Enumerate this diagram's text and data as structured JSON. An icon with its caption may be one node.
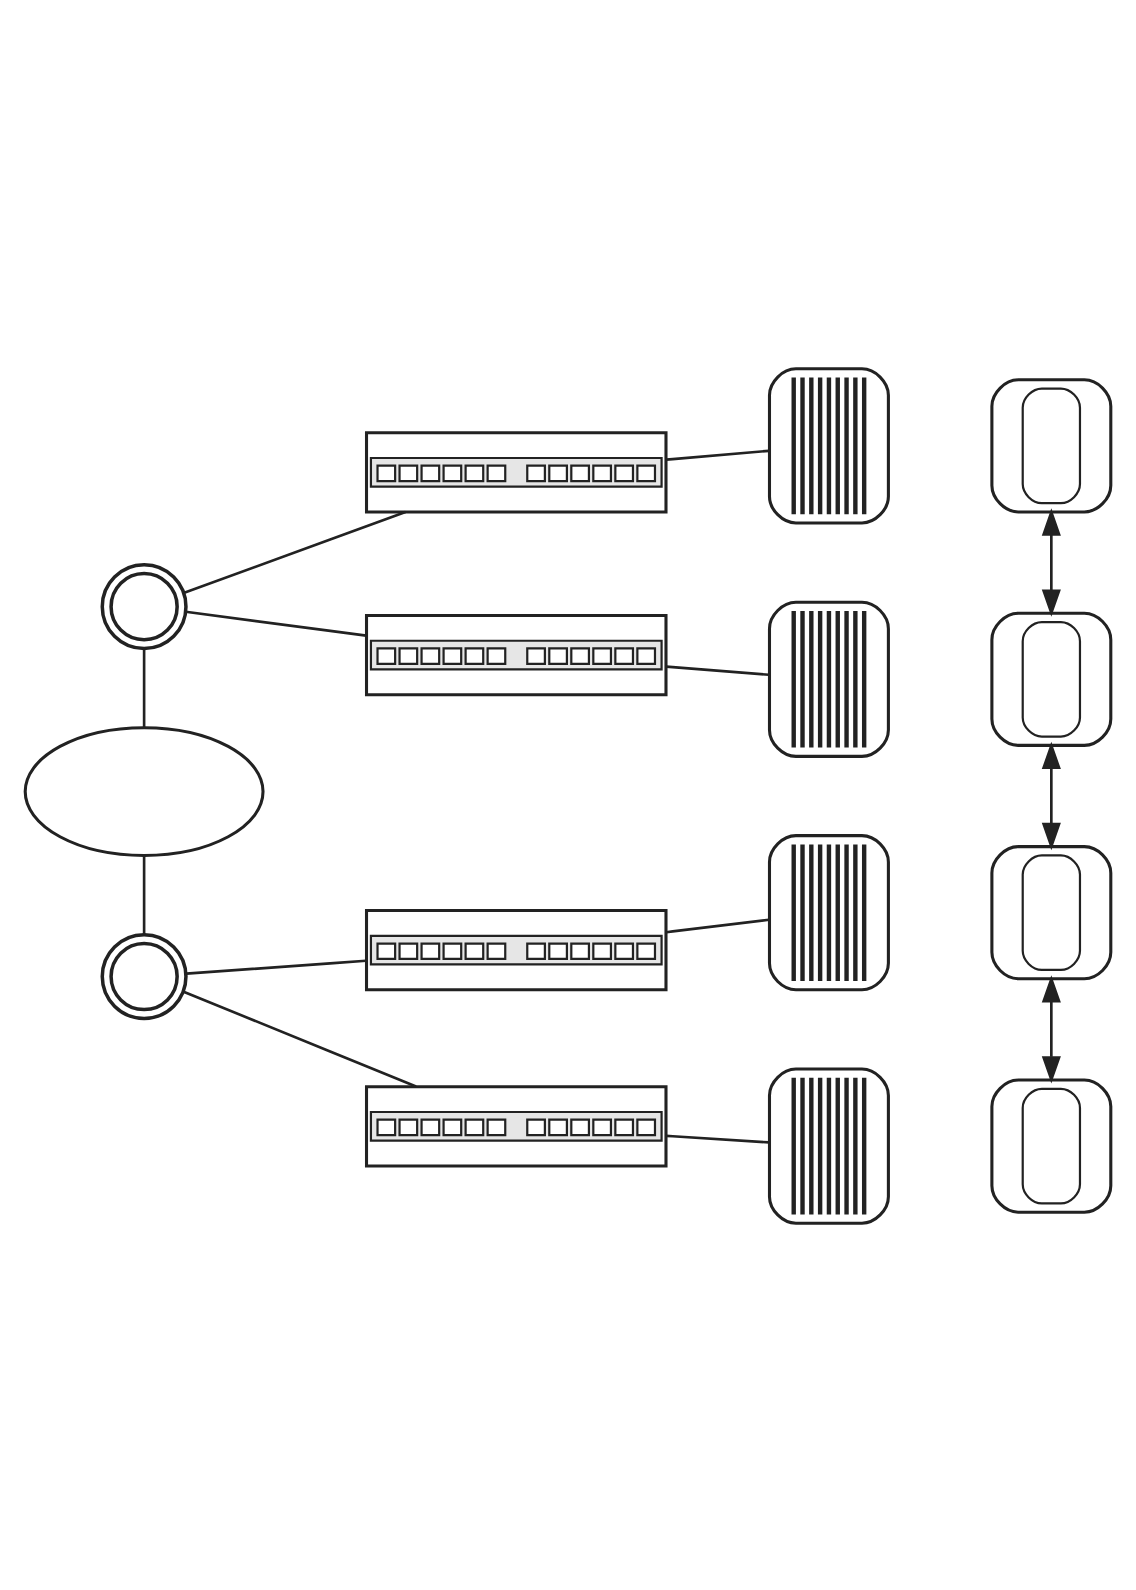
{
  "diagram": {
    "nodes": [
      {
        "text": [],
        "shape": "circle"
      },
      {
        "text": [],
        "shape": "cloud"
      },
      {
        "text": [],
        "shape": "circle"
      },
      {
        "text": [],
        "shape": "picture"
      },
      {
        "text": [],
        "shape": "picture"
      },
      {
        "text": [],
        "shape": "picture"
      },
      {
        "text": [],
        "shape": "picture"
      },
      {
        "text": [],
        "shape": "picture"
      },
      {
        "text": [],
        "shape": "picture"
      },
      {
        "text": [],
        "shape": "picture"
      },
      {
        "text": [],
        "shape": "picture"
      },
      {
        "text": [],
        "shape": "picture"
      },
      {
        "text": [],
        "shape": "picture"
      },
      {
        "text": [],
        "shape": "picture"
      },
      {
        "text": [],
        "shape": "picture"
      }
    ],
    "edges": [
      {
        "from": 0,
        "to": 1,
        "arrow": "none"
      },
      {
        "from": 1,
        "to": 2,
        "arrow": "none"
      },
      {
        "from": 0,
        "to": 3,
        "arrow": "none"
      },
      {
        "from": 0,
        "to": 4,
        "arrow": "none"
      },
      {
        "from": 2,
        "to": 5,
        "arrow": "none"
      },
      {
        "from": 2,
        "to": 6,
        "arrow": "none"
      },
      {
        "from": 3,
        "to": 7,
        "arrow": "none"
      },
      {
        "from": 4,
        "to": 8,
        "arrow": "none"
      },
      {
        "from": 5,
        "to": 9,
        "arrow": "none"
      },
      {
        "from": 6,
        "to": 10,
        "arrow": "none"
      },
      {
        "from": 11,
        "to": 12,
        "arrow": "both"
      },
      {
        "from": 13,
        "to": 14,
        "arrow": "both"
      },
      {
        "from": 12,
        "to": 13,
        "arrow": "both"
      }
    ]
  }
}
